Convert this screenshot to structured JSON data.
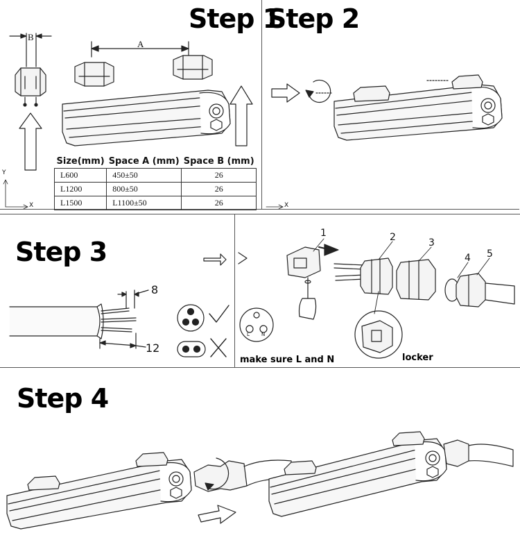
{
  "steps": {
    "step1": "Step 1",
    "step2": "Step 2",
    "step3": "Step 3",
    "step4": "Step 4"
  },
  "step1": {
    "dim_a": "A",
    "dim_b": "B",
    "axis_y": "Y",
    "axis_x": "X",
    "table": {
      "headers": [
        "Size(mm)",
        "Space A (mm)",
        "Space B (mm)"
      ],
      "rows": [
        [
          "L600",
          "450±50",
          "26"
        ],
        [
          "L1200",
          "800±50",
          "26"
        ],
        [
          "L1500",
          "L1100±50",
          "26"
        ]
      ]
    }
  },
  "step2": {
    "axis_x": "X"
  },
  "step3": {
    "strip_short": "8",
    "strip_long": "12",
    "part_numbers": [
      "1",
      "2",
      "3",
      "4",
      "5"
    ],
    "terminal_l": "L",
    "terminal_n": "N",
    "caption_ln": "make sure L and N",
    "caption_locker": "locker"
  },
  "colors": {
    "line": "#222222",
    "panel_border": "#555555",
    "fill_light": "#f4f4f4"
  }
}
